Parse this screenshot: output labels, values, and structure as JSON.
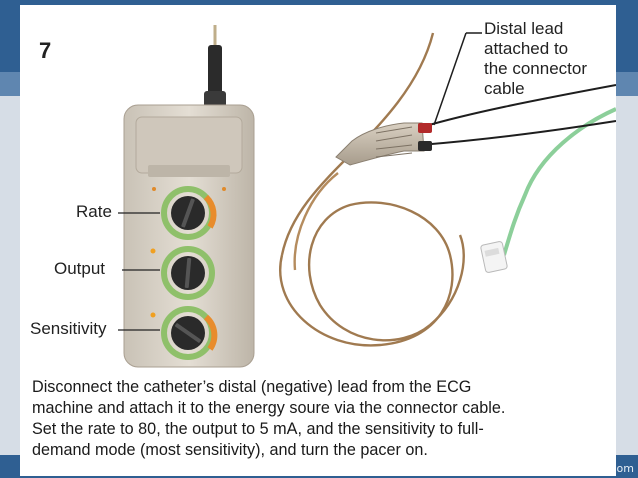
{
  "step_number": "7",
  "device_labels": {
    "rate": "Rate",
    "output": "Output",
    "sensitivity": "Sensitivity"
  },
  "callout_lines": [
    "Distal lead",
    "attached to",
    "the connector",
    "cable"
  ],
  "caption_lines": [
    "Disconnect the catheter’s distal (negative) lead from the ECG",
    "machine and attach it to the energy soure via the connector cable.",
    "Set the rate to 80, the output to 5 mA, and the sensitivity to full-",
    "demand mode (most sensitivity), and turn the pacer on."
  ],
  "corner_text": "com",
  "colors": {
    "header_blue": "#2f5f92",
    "device_body": "#d8d2c8",
    "dial_black": "#2a2a2a",
    "ring_green": "#8fc06a",
    "ring_orange": "#e88c2c",
    "cable_brown": "#a07a50",
    "cable_green": "#8ccf9a"
  },
  "icons": [
    "pacemaker-device",
    "control-dial",
    "connector-plug",
    "coiled-cable"
  ]
}
